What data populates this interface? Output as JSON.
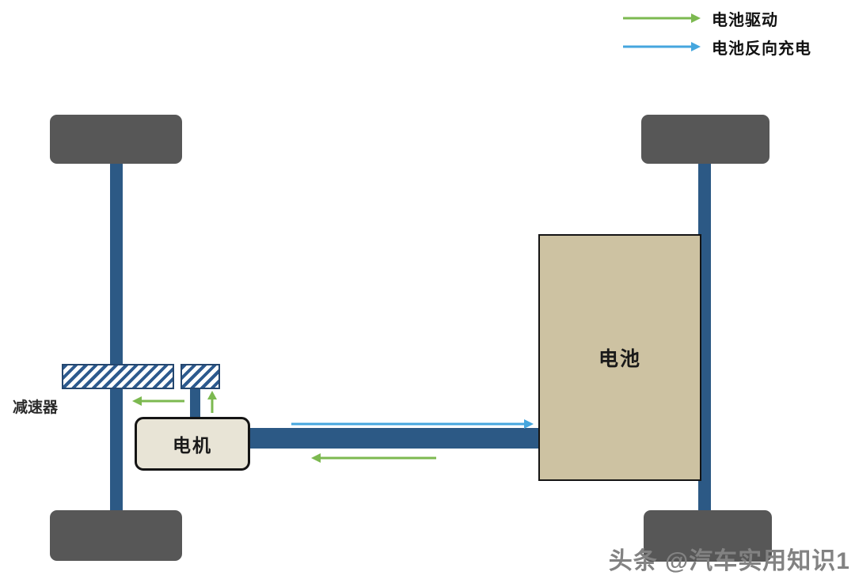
{
  "legend": {
    "items": [
      {
        "id": "battery-drive",
        "label": "电池驱动",
        "arrow_color": "#7cb950"
      },
      {
        "id": "battery-reverse-charge",
        "label": "电池反向充电",
        "arrow_color": "#45a6de"
      }
    ]
  },
  "diagram": {
    "reducer_label": "减速器",
    "motor_label": "电机",
    "battery_label": "电池"
  },
  "watermark": {
    "text": "头条 @汽车实用知识1"
  },
  "colors": {
    "wheel": "#575757",
    "axle": "#2c5985",
    "motor_fill": "#e8e4d6",
    "battery_fill": "#cdc2a2",
    "hatch_blue": "#2d5a8e",
    "green_arrow": "#7cb950",
    "blue_arrow": "#45a6de"
  }
}
